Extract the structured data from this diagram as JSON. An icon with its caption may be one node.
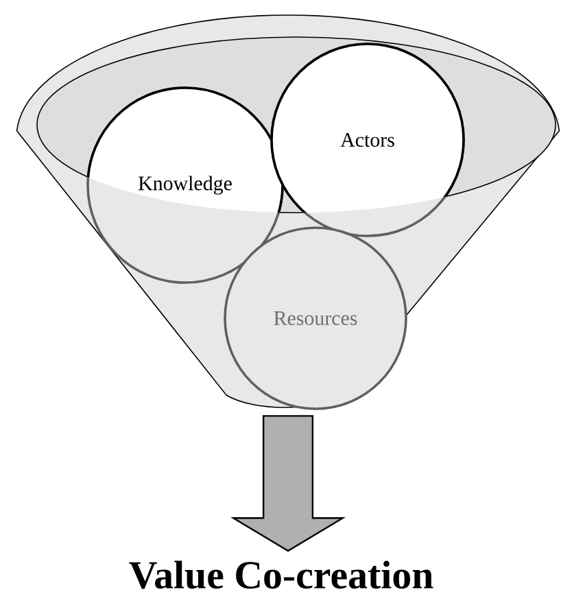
{
  "diagram": {
    "nodes": [
      {
        "text": [],
        "shape": "funnel"
      },
      {
        "text": [
          "Knowledge"
        ],
        "in": 0
      },
      {
        "text": [
          "Actors"
        ],
        "in": 0
      },
      {
        "text": [
          "Resources"
        ],
        "in": 0
      },
      {
        "text": [
          "Value Co-creation"
        ]
      }
    ],
    "edges": [
      {
        "from": 0,
        "to": 4,
        "arrow": "to"
      }
    ]
  }
}
